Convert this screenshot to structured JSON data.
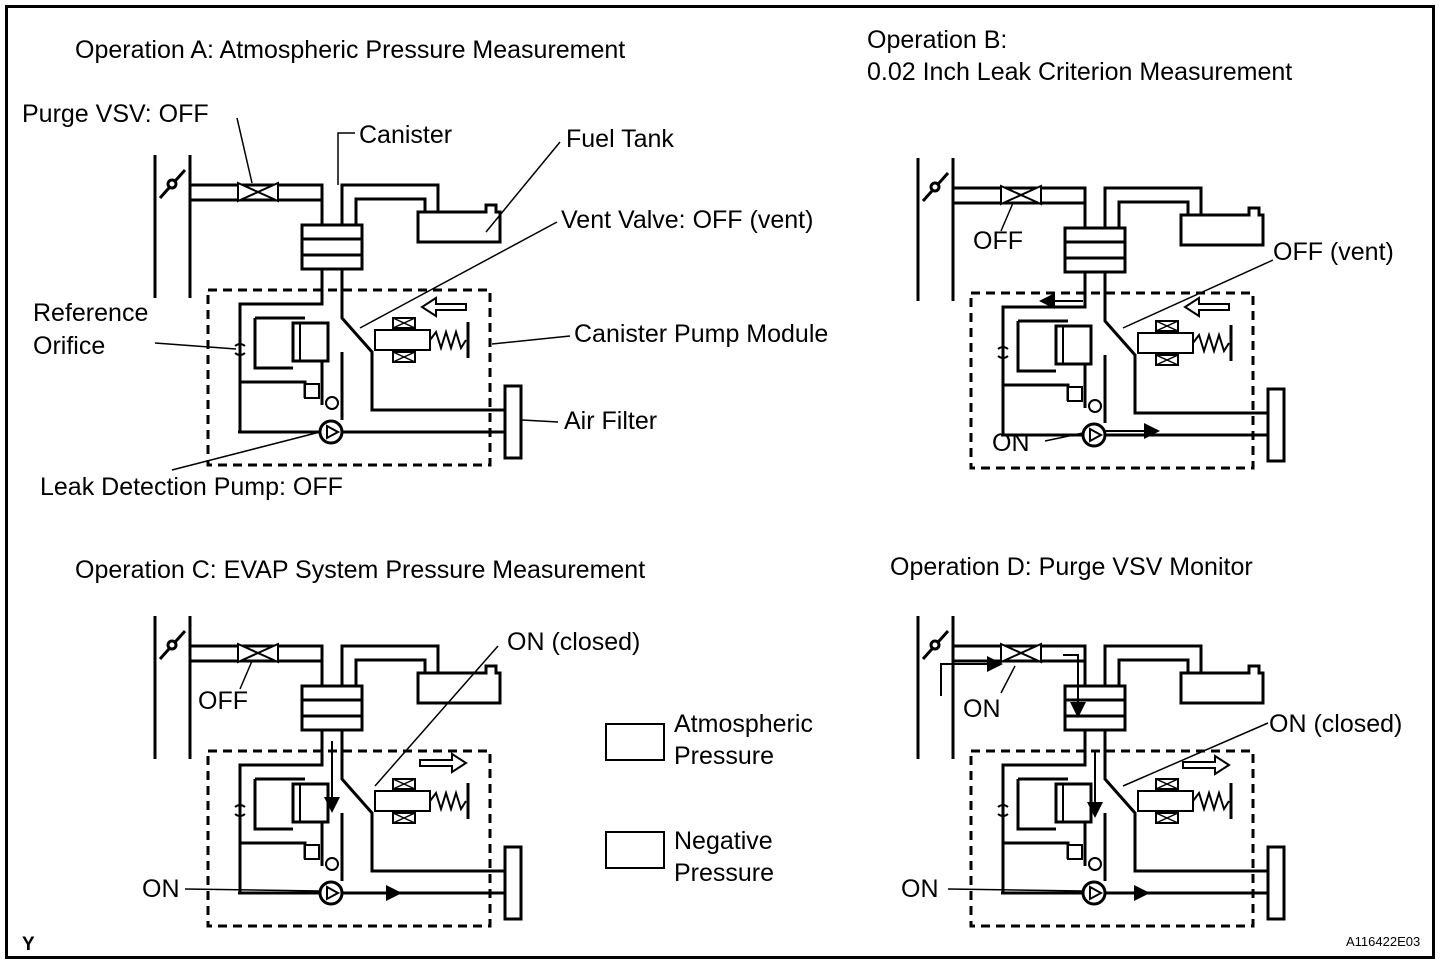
{
  "panels": {
    "a": {
      "title": "Operation A: Atmospheric Pressure Measurement",
      "purge_vsv": "Purge VSV: OFF",
      "canister": "Canister",
      "fuel_tank": "Fuel Tank",
      "vent_valve": "Vent Valve: OFF (vent)",
      "reference_orifice_line1": "Reference",
      "reference_orifice_line2": "Orifice",
      "canister_pump_module": "Canister Pump Module",
      "air_filter": "Air Filter",
      "leak_detection_pump": "Leak Detection  Pump: OFF"
    },
    "b": {
      "title_line1": "Operation B:",
      "title_line2": "0.02 Inch Leak Criterion Measurement",
      "purge_vsv": "OFF",
      "vent_valve": "OFF (vent)",
      "pump": "ON"
    },
    "c": {
      "title": "Operation C: EVAP System Pressure Measurement",
      "purge_vsv": "OFF",
      "vent_valve": "ON (closed)",
      "pump": "ON"
    },
    "d": {
      "title": "Operation D: Purge VSV Monitor",
      "purge_vsv": "ON",
      "vent_valve": "ON (closed)",
      "pump": "ON"
    }
  },
  "legend": {
    "atmospheric_line1": "Atmospheric",
    "atmospheric_line2": "Pressure",
    "negative_line1": "Negative",
    "negative_line2": "Pressure"
  },
  "corner_left": "Y",
  "figure_code": "A116422E03"
}
